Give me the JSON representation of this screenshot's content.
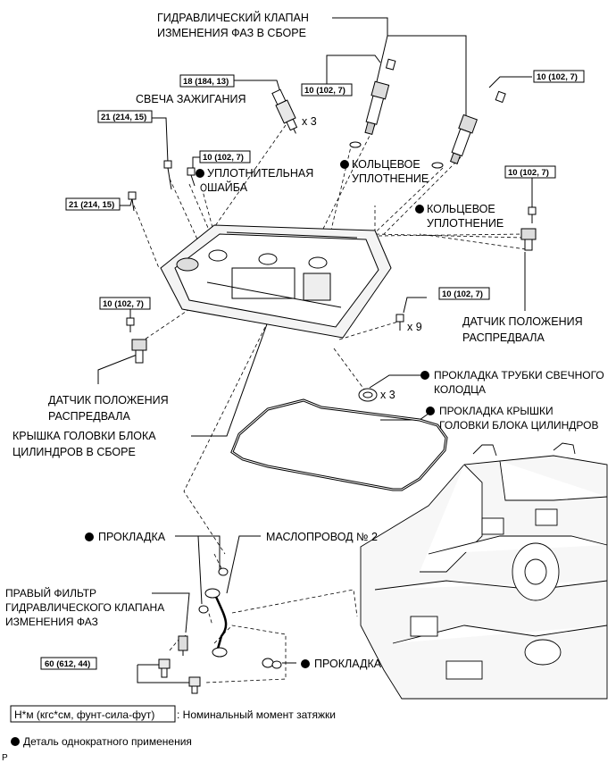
{
  "labels": {
    "vvt_valve_line1": "ГИДРАВЛИЧЕСКИЙ КЛАПАН",
    "vvt_valve_line2": "ИЗМЕНЕНИЯ ФАЗ В СБОРЕ",
    "spark_plug": "СВЕЧА ЗАЖИГАНИЯ",
    "seal_washer_line1": "УПЛОТНИТЕЛЬНАЯ",
    "seal_washer_line2": "ШАЙБА",
    "oring_1_line1": "КОЛЬЦЕВОЕ",
    "oring_1_line2": "УПЛОТНЕНИЕ",
    "oring_2_line1": "КОЛЬЦЕВОЕ",
    "oring_2_line2": "УПЛОТНЕНИЕ",
    "cam_sensor_right_line1": "ДАТЧИК ПОЛОЖЕНИЯ",
    "cam_sensor_right_line2": "РАСПРЕДВАЛА",
    "cam_sensor_left_line1": "ДАТЧИК ПОЛОЖЕНИЯ",
    "cam_sensor_left_line2": "РАСПРЕДВАЛА",
    "tube_gasket_line1": "ПРОКЛАДКА ТРУБКИ СВЕЧНОГО",
    "tube_gasket_line2": "КОЛОДЦА",
    "cover_gasket_line1": "ПРОКЛАДКА КРЫШКИ",
    "cover_gasket_line2": "ГОЛОВКИ БЛОКА ЦИЛИНДРОВ",
    "head_cover_line1": "КРЫШКА ГОЛОВКИ БЛОКА",
    "head_cover_line2": "ЦИЛИНДРОВ В СБОРЕ",
    "gasket_1": "ПРОКЛАДКА",
    "oil_pipe": "МАСЛОПРОВОД № 2",
    "filter_line1": "ПРАВЫЙ ФИЛЬТР",
    "filter_line2": "ГИДРАВЛИЧЕСКОГО КЛАПАНА",
    "filter_line3": "ИЗМЕНЕНИЯ ФАЗ",
    "gasket_2": "ПРОКЛАДКА"
  },
  "quantities": {
    "spark_plug": "x 3",
    "bolts": "x 9",
    "tube_gasket": "x 3"
  },
  "torques": {
    "t_18_184_13": "18 (184, 13)",
    "t_10_valve": "10 (102, 7)",
    "t_10_right_top": "10 (102, 7)",
    "t_21_top": "21 (214, 15)",
    "t_10_washer": "10 (102, 7)",
    "t_10_sensor_right": "10 (102, 7)",
    "t_21_left": "21 (214, 15)",
    "t_10_sensor_left": "10 (102, 7)",
    "t_10_bolts": "10 (102, 7)",
    "t_60": "60 (612, 44)"
  },
  "legend": {
    "torque_box": "Н*м (кгс*см, фунт-сила-фут)",
    "torque_desc": ": Номинальный момент затяжки",
    "single_use": "Деталь однократного применения",
    "corner_mark": "P"
  },
  "icons": {
    "single_use_marker": "filled-circle-icon"
  },
  "colors": {
    "ink": "#000000",
    "background": "#ffffff"
  }
}
